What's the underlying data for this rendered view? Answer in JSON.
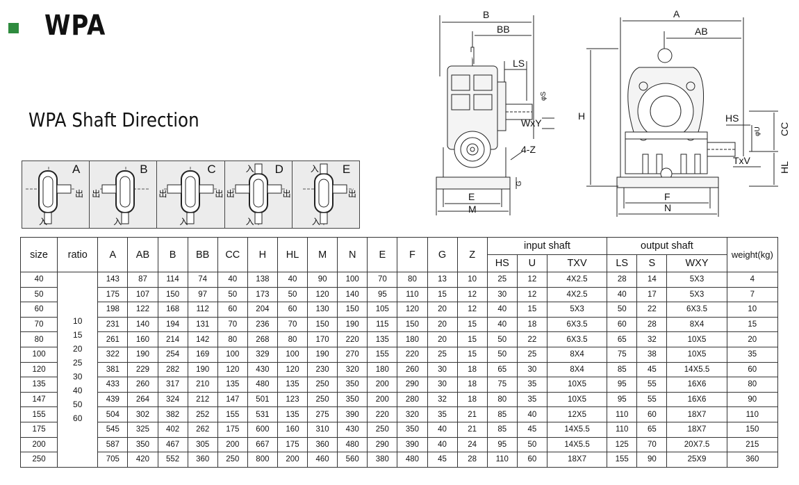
{
  "title": "WPA",
  "subtitle": "WPA Shaft Direction",
  "directions": [
    {
      "letter": "A",
      "labels": [
        "出",
        "入"
      ]
    },
    {
      "letter": "B",
      "labels": [
        "出",
        "入"
      ]
    },
    {
      "letter": "C",
      "labels": [
        "出",
        "出",
        "入"
      ]
    },
    {
      "letter": "D",
      "labels": [
        "入",
        "出",
        "出",
        "入"
      ]
    },
    {
      "letter": "E",
      "labels": [
        "入",
        "出",
        "入"
      ]
    }
  ],
  "dimension_labels": {
    "B": "B",
    "BB": "BB",
    "LS": "LS",
    "S": "φS",
    "WXY": "WxY",
    "Z": "4-Z",
    "G": "G",
    "E": "E",
    "M": "M",
    "H": "H",
    "A": "A",
    "AB": "AB",
    "HS": "HS",
    "U": "φU",
    "CC": "CC",
    "TXV": "TxV",
    "HL": "HL",
    "F": "F",
    "N": "N"
  },
  "table": {
    "headers": [
      "size",
      "ratio",
      "A",
      "AB",
      "B",
      "BB",
      "CC",
      "H",
      "HL",
      "M",
      "N",
      "E",
      "F",
      "G",
      "Z"
    ],
    "input_group": "input  shaft",
    "output_group": "output  shaft",
    "weight": "weight(kg)",
    "input_sub": [
      "HS",
      "U",
      "TXV"
    ],
    "output_sub": [
      "LS",
      "S",
      "WXY"
    ],
    "ratios": [
      "10",
      "15",
      "20",
      "25",
      "30",
      "40",
      "50",
      "60"
    ],
    "rows": [
      {
        "size": "40",
        "vals": [
          "143",
          "87",
          "114",
          "74",
          "40",
          "138",
          "40",
          "90",
          "100",
          "70",
          "80",
          "13",
          "10",
          "25",
          "12",
          "4X2.5",
          "28",
          "14",
          "5X3",
          "4"
        ]
      },
      {
        "size": "50",
        "vals": [
          "175",
          "107",
          "150",
          "97",
          "50",
          "173",
          "50",
          "120",
          "140",
          "95",
          "110",
          "15",
          "12",
          "30",
          "12",
          "4X2.5",
          "40",
          "17",
          "5X3",
          "7"
        ]
      },
      {
        "size": "60",
        "vals": [
          "198",
          "122",
          "168",
          "112",
          "60",
          "204",
          "60",
          "130",
          "150",
          "105",
          "120",
          "20",
          "12",
          "40",
          "15",
          "5X3",
          "50",
          "22",
          "6X3.5",
          "10"
        ]
      },
      {
        "size": "70",
        "vals": [
          "231",
          "140",
          "194",
          "131",
          "70",
          "236",
          "70",
          "150",
          "190",
          "115",
          "150",
          "20",
          "15",
          "40",
          "18",
          "6X3.5",
          "60",
          "28",
          "8X4",
          "15"
        ]
      },
      {
        "size": "80",
        "vals": [
          "261",
          "160",
          "214",
          "142",
          "80",
          "268",
          "80",
          "170",
          "220",
          "135",
          "180",
          "20",
          "15",
          "50",
          "22",
          "6X3.5",
          "65",
          "32",
          "10X5",
          "20"
        ]
      },
      {
        "size": "100",
        "vals": [
          "322",
          "190",
          "254",
          "169",
          "100",
          "329",
          "100",
          "190",
          "270",
          "155",
          "220",
          "25",
          "15",
          "50",
          "25",
          "8X4",
          "75",
          "38",
          "10X5",
          "35"
        ]
      },
      {
        "size": "120",
        "vals": [
          "381",
          "229",
          "282",
          "190",
          "120",
          "430",
          "120",
          "230",
          "320",
          "180",
          "260",
          "30",
          "18",
          "65",
          "30",
          "8X4",
          "85",
          "45",
          "14X5.5",
          "60"
        ]
      },
      {
        "size": "135",
        "vals": [
          "433",
          "260",
          "317",
          "210",
          "135",
          "480",
          "135",
          "250",
          "350",
          "200",
          "290",
          "30",
          "18",
          "75",
          "35",
          "10X5",
          "95",
          "55",
          "16X6",
          "80"
        ]
      },
      {
        "size": "147",
        "vals": [
          "439",
          "264",
          "324",
          "212",
          "147",
          "501",
          "123",
          "250",
          "350",
          "200",
          "280",
          "32",
          "18",
          "80",
          "35",
          "10X5",
          "95",
          "55",
          "16X6",
          "90"
        ]
      },
      {
        "size": "155",
        "vals": [
          "504",
          "302",
          "382",
          "252",
          "155",
          "531",
          "135",
          "275",
          "390",
          "220",
          "320",
          "35",
          "21",
          "85",
          "40",
          "12X5",
          "110",
          "60",
          "18X7",
          "110"
        ]
      },
      {
        "size": "175",
        "vals": [
          "545",
          "325",
          "402",
          "262",
          "175",
          "600",
          "160",
          "310",
          "430",
          "250",
          "350",
          "40",
          "21",
          "85",
          "45",
          "14X5.5",
          "110",
          "65",
          "18X7",
          "150"
        ]
      },
      {
        "size": "200",
        "vals": [
          "587",
          "350",
          "467",
          "305",
          "200",
          "667",
          "175",
          "360",
          "480",
          "290",
          "390",
          "40",
          "24",
          "95",
          "50",
          "14X5.5",
          "125",
          "70",
          "20X7.5",
          "215"
        ]
      },
      {
        "size": "250",
        "vals": [
          "705",
          "420",
          "552",
          "360",
          "250",
          "800",
          "200",
          "460",
          "560",
          "380",
          "480",
          "45",
          "28",
          "110",
          "60",
          "18X7",
          "155",
          "90",
          "25X9",
          "360"
        ]
      }
    ]
  }
}
